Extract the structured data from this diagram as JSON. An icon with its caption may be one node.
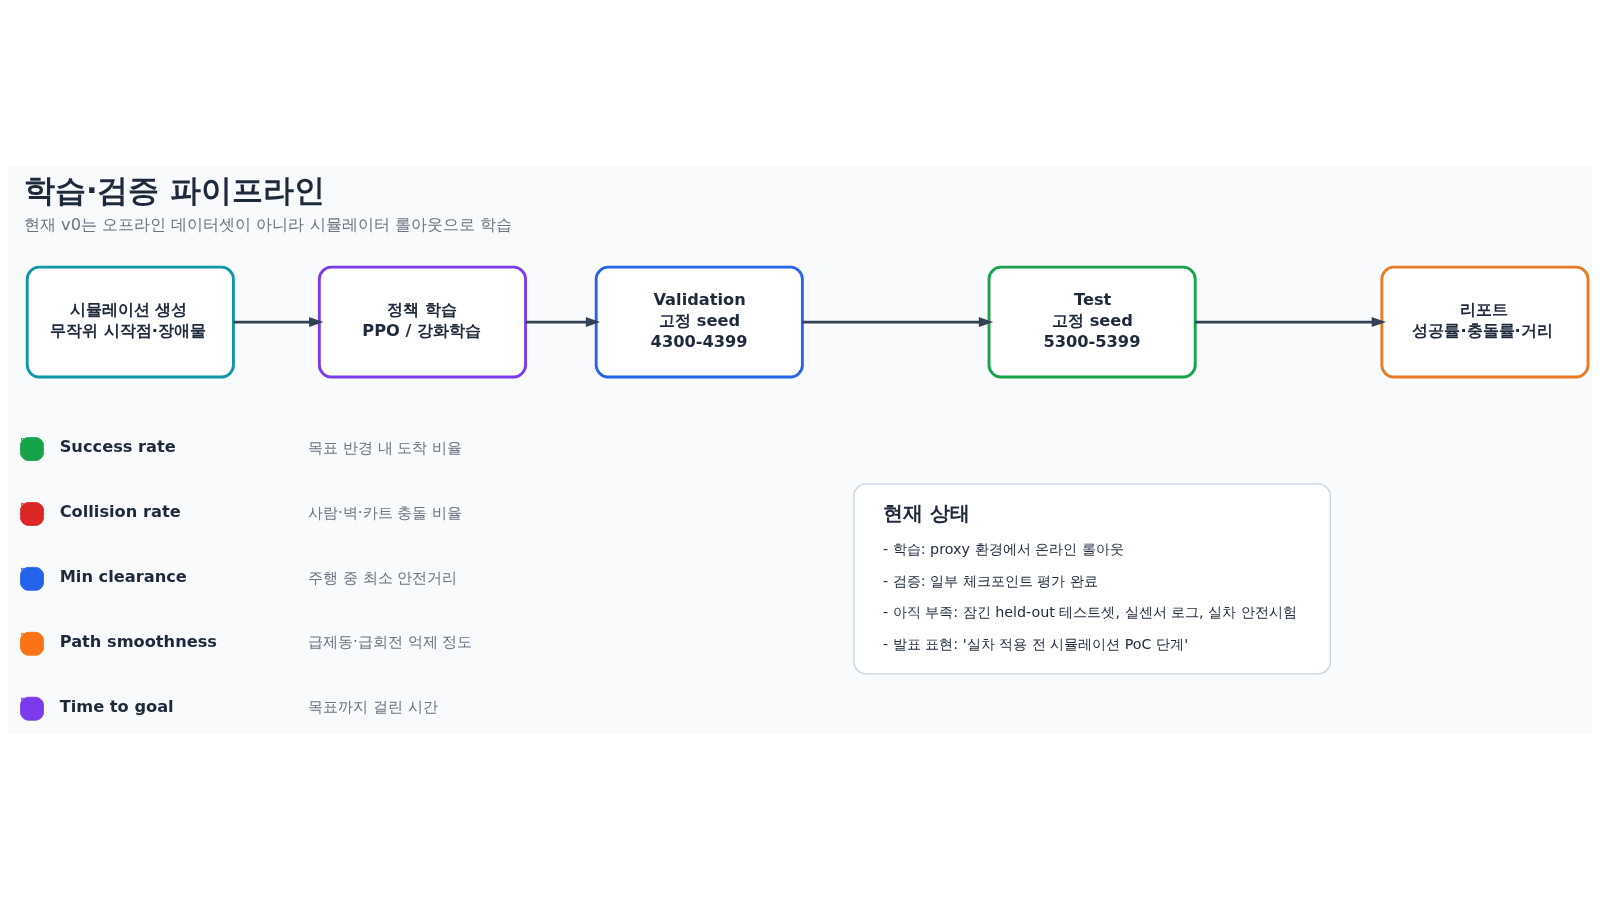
{
  "diagram": {
    "title": "학습·검증 파이프라인",
    "caption": "현재 v0는 오프라인 데이터셋이 아니라 시뮬레이터 롤아웃으로 학습",
    "nodes": [
      {
        "text": [
          "시뮬레이션 생성",
          "무작위 시작점·장애물"
        ]
      },
      {
        "text": [
          "정책 학습",
          "PPO / 강화학습"
        ]
      },
      {
        "text": [
          "Validation",
          "고정 seed",
          "4300-4399"
        ]
      },
      {
        "text": [
          "Test",
          "고정 seed",
          "5300-5399"
        ]
      },
      {
        "text": [
          "리포트",
          "성공률·충돌률·거리"
        ]
      },
      {
        "text": [
          "현재 상태",
          "- 학습: proxy 환경에서 온라인 롤아웃",
          "- 검증: 일부 체크포인트 평가 완료",
          "- 아직 부족: 잠긴 held-out 테스트셋, 실센서 로그, 실차 안전시험",
          "- 발표 표현: '실차 적용 전 시뮬레이션 PoC 단계'"
        ]
      }
    ],
    "edges": [
      {
        "from": 0,
        "to": 1,
        "arrow": "to"
      },
      {
        "from": 1,
        "to": 2,
        "arrow": "to"
      },
      {
        "from": 2,
        "to": 3,
        "arrow": "to"
      },
      {
        "from": 3,
        "to": 4,
        "arrow": "to"
      }
    ],
    "labels": [
      "목표 반경 내 도착 비율",
      "사람·벽·카트 충돌 비율",
      "주행 중 최소 안전거리",
      "급제동·급회전 억제 정도",
      "목표까지 걸린 시간"
    ],
    "legend": [
      {
        "text": "Success rate",
        "color": "#16a34a"
      },
      {
        "text": "Collision rate",
        "color": "#dc2626"
      },
      {
        "text": "Min clearance",
        "color": "#2563eb"
      },
      {
        "text": "Path smoothness",
        "color": "#f97316"
      },
      {
        "text": "Time to goal",
        "color": "#7c3aed"
      }
    ]
  }
}
